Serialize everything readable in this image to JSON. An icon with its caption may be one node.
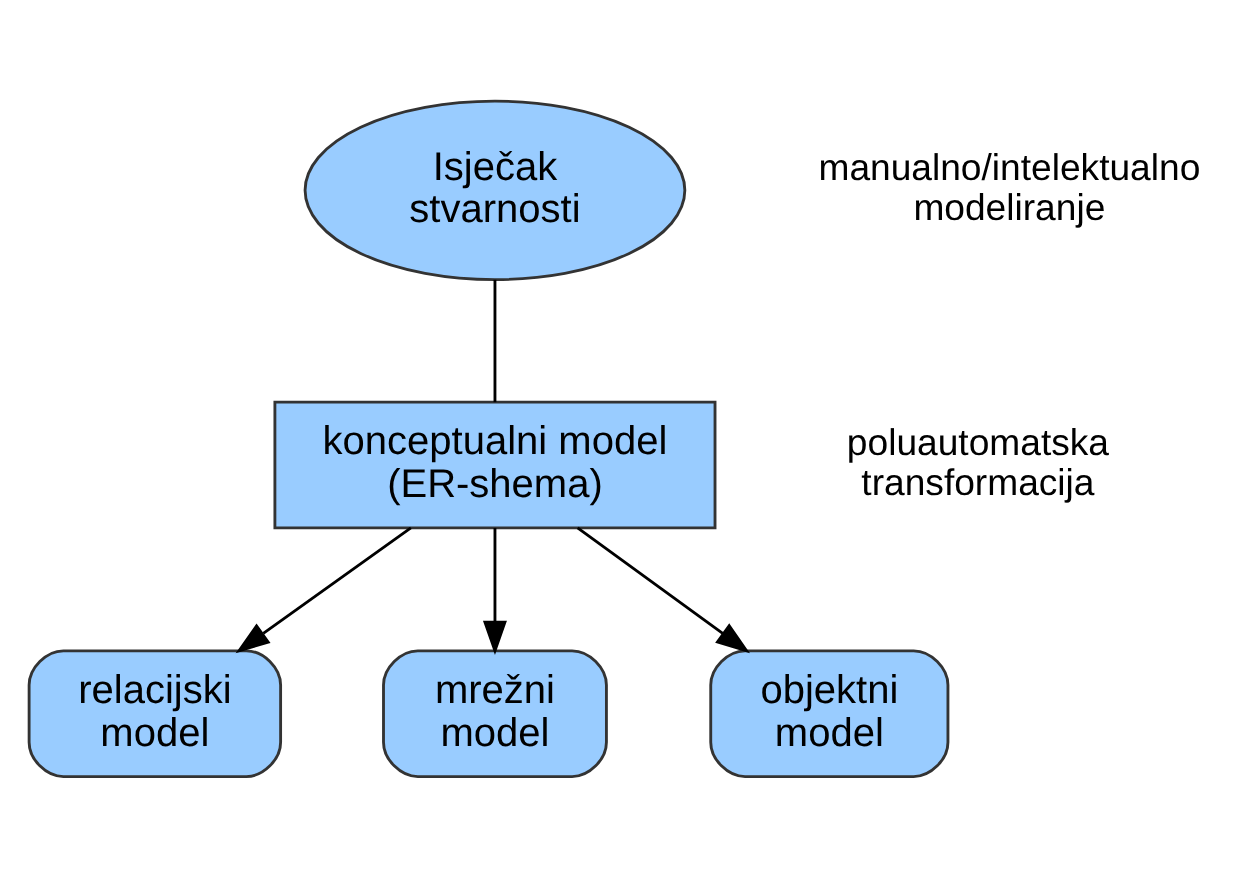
{
  "diagram": {
    "nodes": [
      {
        "text": [
          "Isječak stvarnosti"
        ]
      },
      {
        "text": [
          "konceptualni model (ER-shema)"
        ]
      },
      {
        "text": [
          "relacijski model"
        ]
      },
      {
        "text": [
          "mrežni model"
        ]
      },
      {
        "text": [
          "objektni model"
        ]
      }
    ],
    "edges": [
      {
        "from": 0,
        "to": 1,
        "arrow": "none"
      },
      {
        "from": 1,
        "to": 2,
        "arrow": "to"
      },
      {
        "from": 1,
        "to": 3,
        "arrow": "to"
      },
      {
        "from": 1,
        "to": 4,
        "arrow": "to"
      }
    ],
    "labels": [
      "manualno/intelektualno modeliranje",
      "poluautomatska transformacija"
    ]
  }
}
